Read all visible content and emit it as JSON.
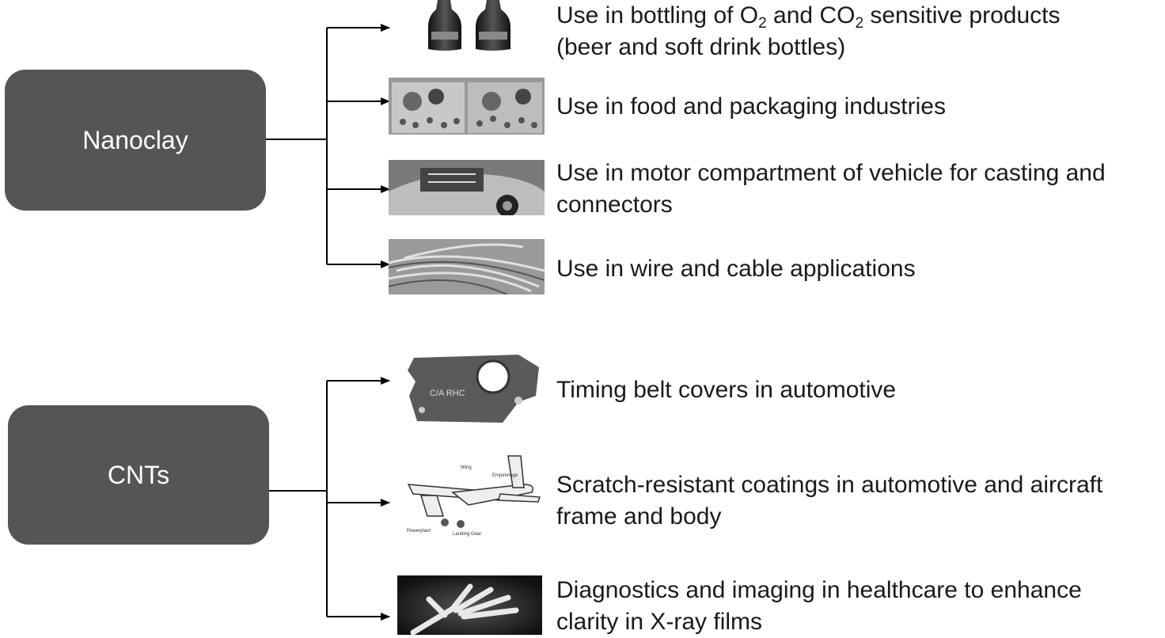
{
  "groups": [
    {
      "label": "Nanoclay",
      "items": [
        {
          "icon": "bottles-image",
          "line1_parts": [
            "Use in bottling of O",
            "2",
            " and CO",
            "2",
            " sensitive products"
          ],
          "line2": "(beer and soft drink bottles)"
        },
        {
          "icon": "food-packaging-image",
          "line1": "Use in food and packaging industries"
        },
        {
          "icon": "vehicle-engine-image",
          "line1": "Use in motor compartment of vehicle for casting and",
          "line2": "connectors"
        },
        {
          "icon": "wire-cable-image",
          "line1": "Use in wire and cable applications"
        }
      ]
    },
    {
      "label": "CNTs",
      "items": [
        {
          "icon": "timing-belt-cover-image",
          "line1": "Timing belt covers in automotive"
        },
        {
          "icon": "aircraft-diagram-image",
          "line1": "Scratch-resistant coatings in automotive and aircraft",
          "line2": "frame and body"
        },
        {
          "icon": "xray-hand-image",
          "line1": "Diagnostics and imaging in healthcare to enhance",
          "line2": "clarity in X-ray films"
        }
      ]
    }
  ],
  "colors": {
    "box": "#555555",
    "box_text": "#ffffff",
    "line": "#000000",
    "text": "#1a1a1a"
  }
}
